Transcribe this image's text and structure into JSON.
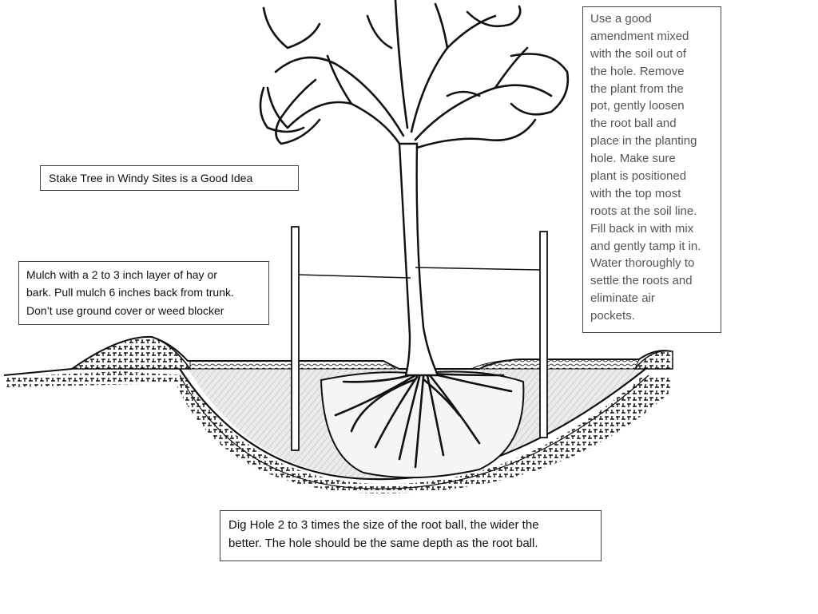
{
  "notes": {
    "stake": {
      "lines": [
        "Stake Tree in Windy Sites is a Good Idea"
      ]
    },
    "mulch": {
      "lines": [
        "Mulch with a 2 to 3 inch layer of hay or",
        "bark. Pull mulch 6 inches back from trunk.",
        "Don’t use ground cover or weed blocker"
      ]
    },
    "planting": {
      "lines": [
        "Use a good",
        "amendment mixed",
        "with the soil out of",
        "the hole. Remove",
        "the plant from the",
        "pot, gently loosen",
        "the root ball and",
        "place in the planting",
        "hole. Make sure",
        "plant is positioned",
        "with the top most",
        "roots at the soil line.",
        "Fill back in with mix",
        "and gently tamp it in.",
        "Water thoroughly to",
        "settle the roots and",
        "eliminate air",
        "pockets."
      ]
    },
    "dig": {
      "lines": [
        "Dig Hole 2 to 3 times the size of the root ball, the wider the",
        "better. The hole should be the same depth as the root ball."
      ]
    }
  },
  "colors": {
    "ink": "#111111",
    "backfill": "#e9e9e9",
    "rootball": "#f4f4f4"
  }
}
